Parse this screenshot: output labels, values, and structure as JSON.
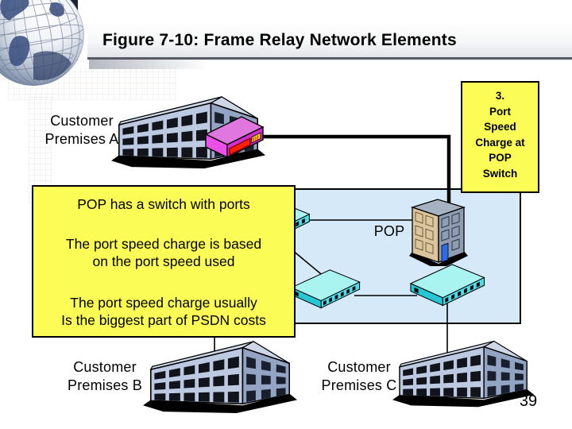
{
  "slide": {
    "title": "Figure 7-10: Frame Relay Network Elements",
    "page_number": "39"
  },
  "callout_port_speed_charge": {
    "lines": [
      "3.",
      "Port",
      "Speed",
      "Charge at",
      "POP",
      "Switch"
    ]
  },
  "note_box": {
    "line1": "POP has a switch with ports",
    "line2": "The port speed charge is based",
    "line3": "on the port speed used",
    "line4": "The port speed charge usually",
    "line5": "Is the biggest part of PSDN costs"
  },
  "labels": {
    "customer_premises_a_line1": "Customer",
    "customer_premises_a_line2": "Premises A",
    "customer_premises_b_line1": "Customer",
    "customer_premises_b_line2": "Premises B",
    "customer_premises_c_line1": "Customer",
    "customer_premises_c_line2": "Premises C",
    "pop": "POP"
  },
  "icons": {
    "globe": "globe-icon",
    "customer_building": "building-icon",
    "pop_building": "pop-building-icon",
    "frame_relay_switch": "switch-icon",
    "access_device": "access-device-icon"
  },
  "colors": {
    "note_bg": "#fcfc57",
    "network_area_bg": "#d5e9f8",
    "rule_gray": "#555a64",
    "switch_cyan": "#4fdbe8",
    "device_magenta": "#cf2fcf",
    "building_blue": "#bcc9e0",
    "pop_tan": "#dcc59d",
    "line_black": "#000000"
  }
}
